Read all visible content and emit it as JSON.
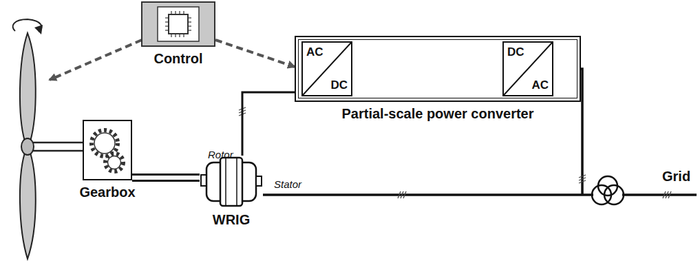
{
  "diagram": {
    "nodes": [
      {
        "text": [
          "Control"
        ]
      },
      {
        "text": [
          "Partial-scale power converter"
        ]
      },
      {
        "text": [
          "AC",
          "DC"
        ],
        "in": 1
      },
      {
        "text": [
          "DC",
          "AC"
        ],
        "in": 1
      },
      {
        "text": [
          "Gearbox"
        ]
      },
      {
        "text": [
          "WRIG"
        ]
      }
    ],
    "edges": [
      {
        "from": 0,
        "to": 1,
        "arrow": "to"
      },
      {
        "from": 4,
        "to": 5,
        "arrow": "none"
      },
      {
        "from": 2,
        "to": 5,
        "arrow": "none"
      },
      {
        "from": 2,
        "to": 3,
        "arrow": "none"
      }
    ],
    "labels": [
      "Rotor",
      "Stator",
      "Grid"
    ]
  }
}
